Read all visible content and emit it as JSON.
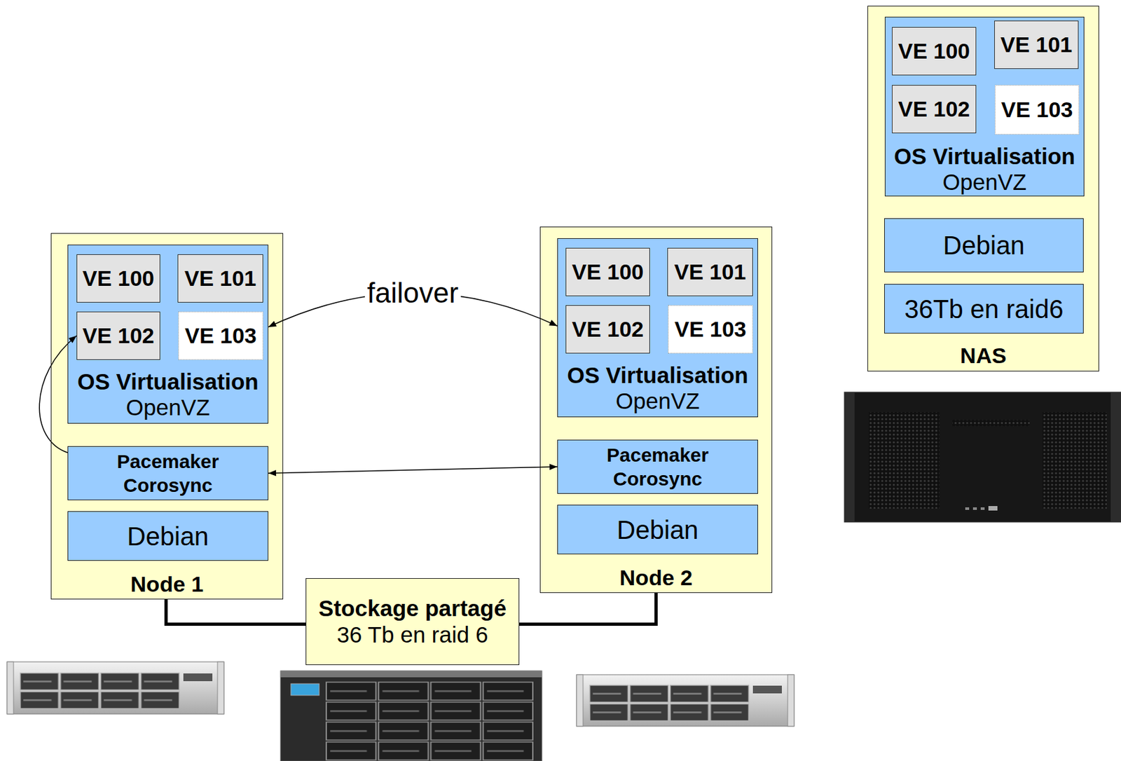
{
  "diagram": {
    "nodes": [
      {
        "text": [
          "Node 1"
        ]
      },
      {
        "text": [
          "OS Virtualisation",
          "OpenVZ"
        ],
        "in": 0
      },
      {
        "text": [
          "VE 100"
        ],
        "in": 1
      },
      {
        "text": [
          "VE 101"
        ],
        "in": 1
      },
      {
        "text": [
          "VE 102"
        ],
        "in": 1
      },
      {
        "text": [
          "VE 103"
        ],
        "in": 1
      },
      {
        "text": [
          "Pacemaker Corosync"
        ],
        "in": 0
      },
      {
        "text": [
          "Debian"
        ],
        "in": 0
      },
      {
        "text": [
          "Node 2"
        ]
      },
      {
        "text": [
          "OS Virtualisation",
          "OpenVZ"
        ],
        "in": 8
      },
      {
        "text": [
          "VE 100"
        ],
        "in": 9
      },
      {
        "text": [
          "VE 101"
        ],
        "in": 9
      },
      {
        "text": [
          "VE 102"
        ],
        "in": 9
      },
      {
        "text": [
          "VE 103"
        ],
        "in": 9
      },
      {
        "text": [
          "Pacemaker Corosync"
        ],
        "in": 8
      },
      {
        "text": [
          "Debian"
        ],
        "in": 8
      },
      {
        "text": [
          "Stockage partagé",
          "36 Tb en raid 6"
        ]
      },
      {
        "text": [
          "NAS"
        ]
      },
      {
        "text": [
          "OS Virtualisation",
          "OpenVZ"
        ],
        "in": 17
      },
      {
        "text": [
          "VE 100"
        ],
        "in": 18
      },
      {
        "text": [
          "VE 101"
        ],
        "in": 18
      },
      {
        "text": [
          "VE 102"
        ],
        "in": 18
      },
      {
        "text": [
          "VE 103"
        ],
        "in": 18
      },
      {
        "text": [
          "Debian"
        ],
        "in": 17
      },
      {
        "text": [
          "36Tb en raid6"
        ],
        "in": 17
      }
    ],
    "edges": [
      {
        "from": 1,
        "to": 9,
        "label": "failover",
        "arrow": "both"
      },
      {
        "from": 6,
        "to": 14,
        "arrow": "both"
      },
      {
        "from": 6,
        "to": 4,
        "arrow": "to"
      },
      {
        "from": 0,
        "to": 16,
        "arrow": "none"
      },
      {
        "from": 8,
        "to": 16,
        "arrow": "none"
      }
    ]
  }
}
